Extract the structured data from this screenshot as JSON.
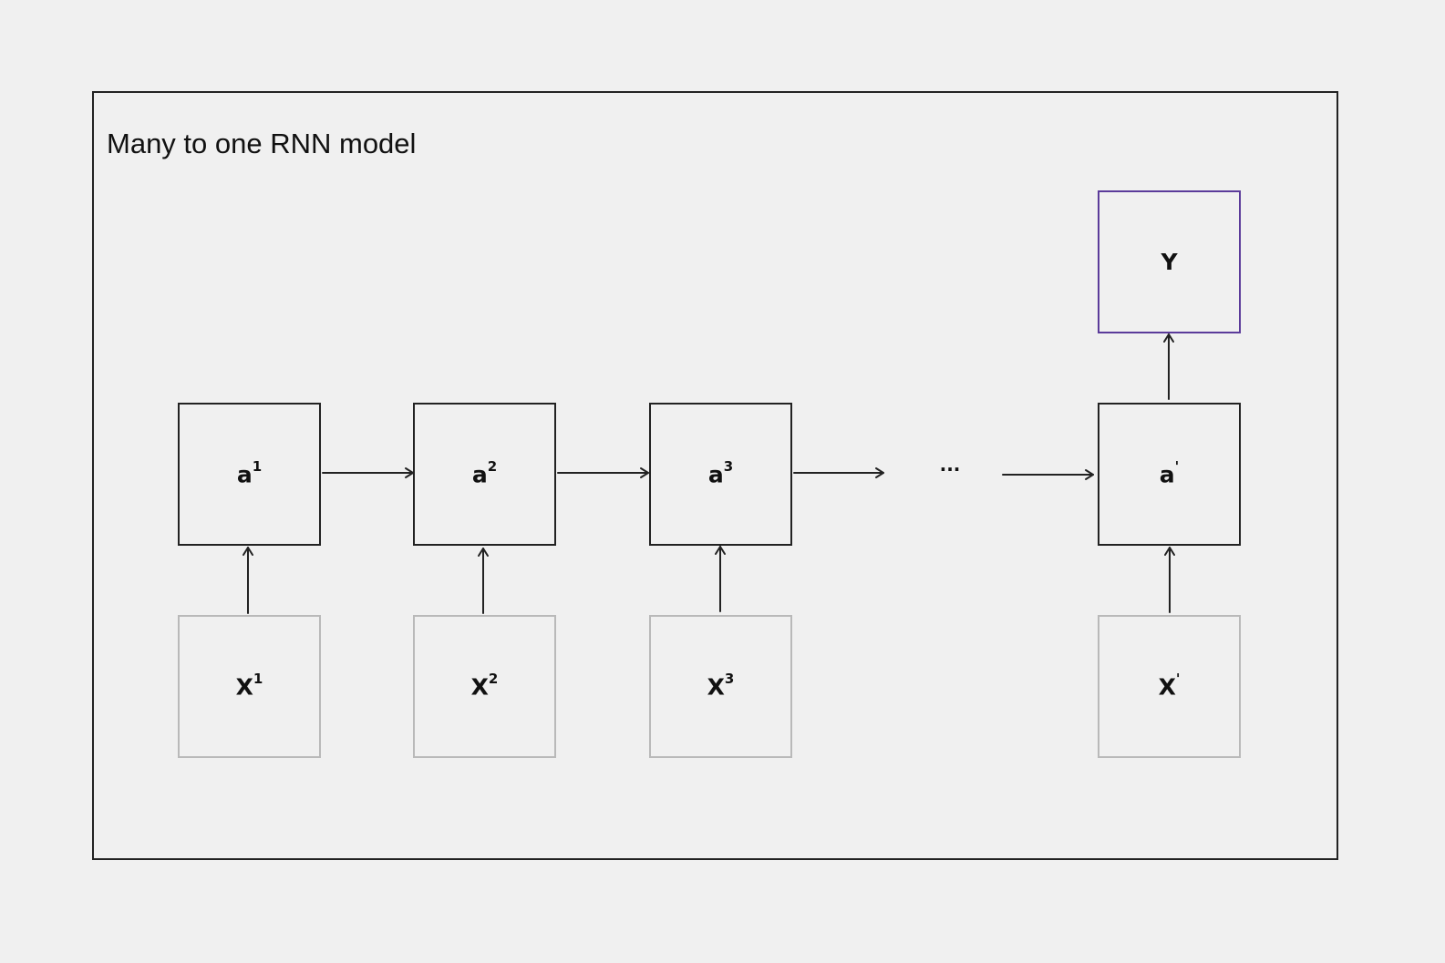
{
  "title": "Many to one RNN model",
  "hidden_nodes": [
    {
      "base": "a",
      "sup": "1"
    },
    {
      "base": "a",
      "sup": "2"
    },
    {
      "base": "a",
      "sup": "3"
    },
    {
      "base": "a",
      "sup": "'"
    }
  ],
  "input_nodes": [
    {
      "base": "X",
      "sup": "1"
    },
    {
      "base": "X",
      "sup": "2"
    },
    {
      "base": "X",
      "sup": "3"
    },
    {
      "base": "X",
      "sup": "'"
    }
  ],
  "output_node": {
    "label": "Y"
  },
  "ellipsis": "...",
  "colors": {
    "background": "#f0f0f0",
    "frame": "#222222",
    "hidden_border": "#222222",
    "input_border": "#b9b9b9",
    "output_border": "#5b3b9a"
  }
}
